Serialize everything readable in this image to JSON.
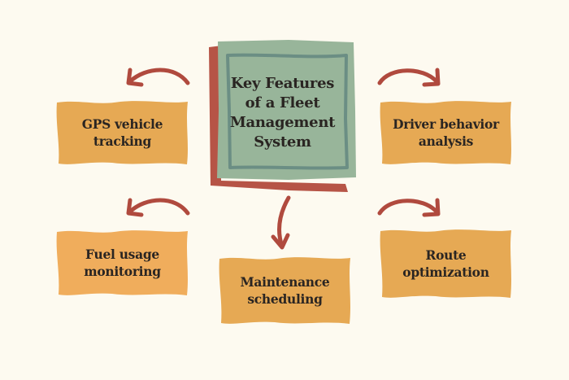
{
  "title": "Key Features of a Fleet Management System",
  "center": {
    "lines": [
      "Key Features",
      "of a Fleet",
      "Management",
      "System"
    ]
  },
  "features": [
    {
      "id": "gps",
      "lines": [
        "GPS vehicle",
        "tracking"
      ]
    },
    {
      "id": "driver",
      "lines": [
        "Driver behavior",
        "analysis"
      ]
    },
    {
      "id": "fuel",
      "lines": [
        "Fuel usage",
        "monitoring"
      ]
    },
    {
      "id": "maintenance",
      "lines": [
        "Maintenance",
        "scheduling"
      ]
    },
    {
      "id": "route",
      "lines": [
        "Route",
        "optimization"
      ]
    }
  ],
  "colors": {
    "background": "#fdfaf0",
    "center_fill": "#98b59a",
    "center_border": "#6b8e84",
    "center_shadow": "#b65446",
    "card_fill": "#e6a954",
    "arrow": "#b04a3e",
    "text": "#2a2522"
  }
}
